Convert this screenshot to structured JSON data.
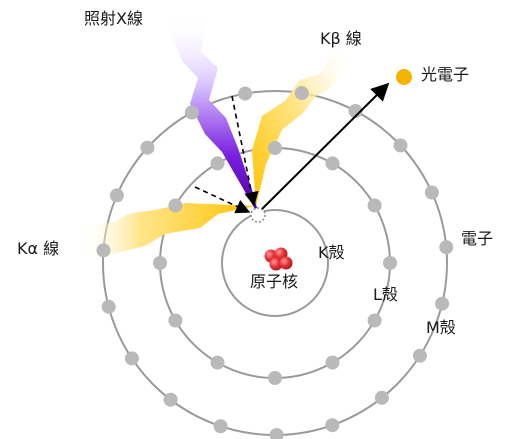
{
  "labels": {
    "xray": "照射X線",
    "k_beta": "Kβ 線",
    "photoelectron": "光電子",
    "k_alpha": "Kα 線",
    "electron": "電子",
    "k_shell": "K殻",
    "l_shell": "L殻",
    "m_shell": "M殻",
    "nucleus": "原子核"
  },
  "colors": {
    "orbit": "#9a9a9a",
    "electron": "#b9b9b9",
    "xray_top": "#e8dcff",
    "xray_bottom": "#5a00b8",
    "fluorescence": "#ffc400",
    "photoelectron": "#f5b400",
    "nucleus": "#e8373b",
    "arrow": "#000000"
  },
  "structure": {
    "k_shell_electron_count": 0,
    "l_shell_electron_count": 12,
    "m_shell_electron_count": 19
  }
}
